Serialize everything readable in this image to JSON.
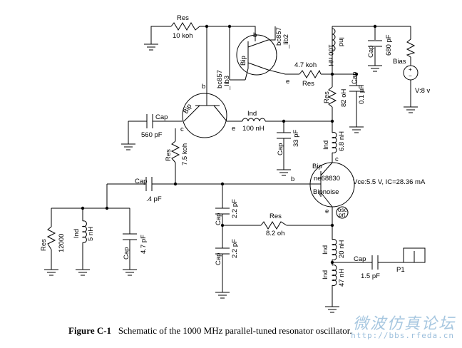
{
  "labels": {
    "res_10k_t": "Res",
    "res_10k_v": "10 koh",
    "bip2_t": "Bip",
    "bip2_n1": "bc857",
    "bip2_n2": "_lib2",
    "bip3_t": "Bip",
    "bip3_n1": "bc857",
    "bip3_n2": "_lib3",
    "ind100_t": "Ind",
    "ind100_v": "100 nH",
    "cap680_t": "Cap",
    "cap680_v": "680 pF",
    "bias_t": "Bias",
    "bias_v": "V:8 v",
    "res47_t": "Res",
    "res47_v": "4.7 koh",
    "res82_t": "Res",
    "res82_v": "82 oH",
    "cap01_t": "Cap",
    "cap01_v": "0.1 μF",
    "cap560_t": "Cap",
    "cap560_v": "560 pF",
    "indmid_t": "Ind",
    "indmid_v": "100 nH",
    "cap33_t": "Cap",
    "cap33_v": "33 pF",
    "ind68_t": "Ind",
    "ind68_v": "6.8 nH",
    "res75_t": "Res",
    "res75_v": "7.5 koh",
    "q1_t": "Bip",
    "q1_n": "ne68830",
    "q1_m": "Bipnoise",
    "q1_op": "Vce:5.5 V, IC=28.36 mA",
    "osc_t": "osc",
    "osc_s": "prt",
    "cap04_t": "Cap",
    "cap04_v": ".4 pF",
    "res12_t": "Res",
    "res12_v": "12000",
    "ind5_t": "Ind",
    "ind5_v": "5 nH",
    "cap47_t": "Cap",
    "cap47_v": "4.7 pF",
    "cap22a_t": "Cap",
    "cap22a_v": "2.2 pF",
    "cap22b_t": "Cap",
    "cap22b_v": "2.2 pF",
    "res82b_t": "Res",
    "res82b_v": "8.2 oh",
    "ind20_t": "Ind",
    "ind20_v": "20 nH",
    "ind47_t": "Ind",
    "ind47_v": "47 nH",
    "cap15_t": "Cap",
    "cap15_v": "1.5 pF",
    "port_t": "P1",
    "pin_b": "b",
    "pin_c": "c",
    "pin_e": "e",
    "plus": "+",
    "minus": "−"
  },
  "caption": {
    "figure": "Figure C-1",
    "text": "Schematic of the 1000 MHz parallel-tuned resonator oscillator."
  },
  "watermark": {
    "cn": "微波仿真论坛",
    "url": "http://bbs.rfeda.cn"
  }
}
